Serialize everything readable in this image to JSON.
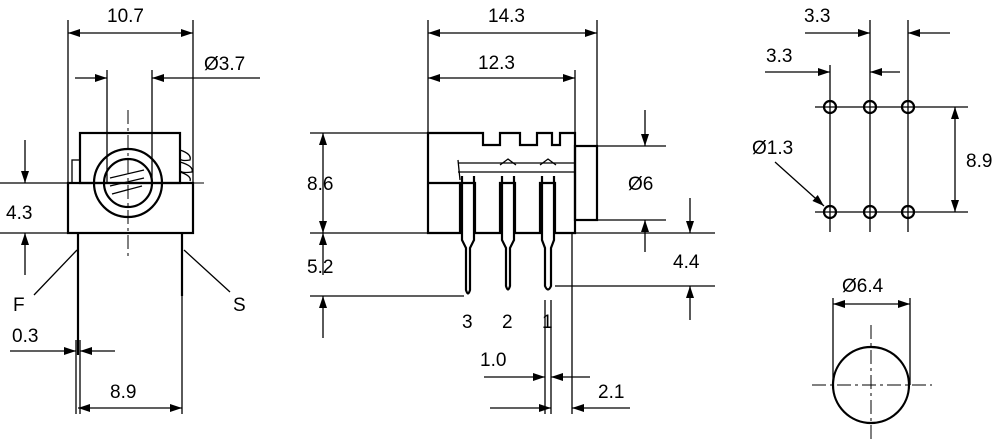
{
  "side_view": {
    "dims": {
      "width": "10.7",
      "hole_dia": "Ø3.7",
      "height": "4.3",
      "pin_width": "0.3",
      "pin_pitch": "8.9"
    },
    "pin_labels": {
      "front": "F",
      "shield": "S"
    }
  },
  "front_view": {
    "dims": {
      "width_total": "14.3",
      "width_body": "12.3",
      "height_body": "8.6",
      "pin_length": "5.2",
      "bushing_dia": "Ø6",
      "offset": "4.4",
      "pin_pitch": "1.0",
      "end_offset": "2.1"
    },
    "pin_numbers": [
      "3",
      "2",
      "1"
    ]
  },
  "footprint": {
    "dims": {
      "pitch_top": "3.3",
      "pitch_second": "3.3",
      "hole_dia": "Ø1.3",
      "row_spacing": "8.9"
    }
  },
  "panel_cutout": {
    "dims": {
      "hole_dia": "Ø6.4"
    }
  },
  "colors": {
    "line": "#000000",
    "background": "#ffffff"
  }
}
